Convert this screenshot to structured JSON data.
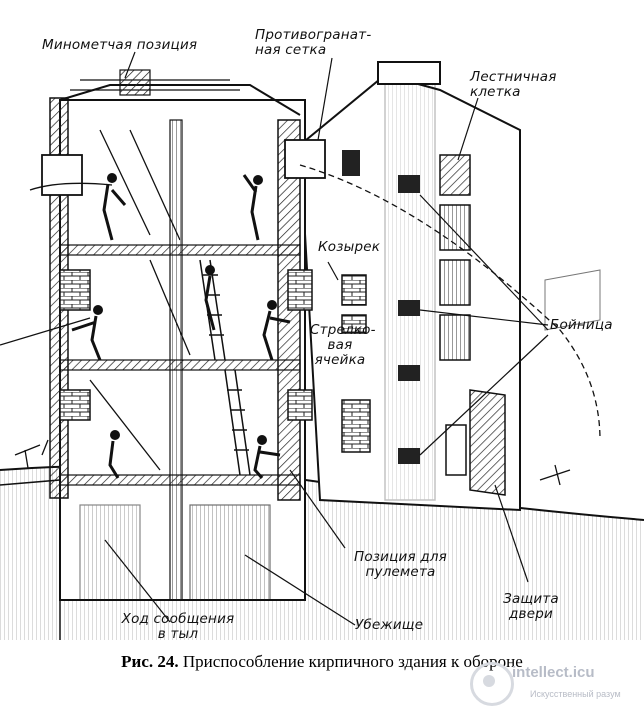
{
  "figure": {
    "caption_bold": "Рис. 24.",
    "caption_text": "Приспособление кирпичного здания к обороне"
  },
  "labels": {
    "mortar": "Минометчая позиция",
    "antigrenade": "Противогранат-\nная сетка",
    "stairwell": "Лестничная\nклетка",
    "canopy": "Козырек",
    "rifle_cell": "Стрелко-\nвая\nячейка",
    "loophole": "Бойница",
    "mg_position": "Позиция для\nпулемета",
    "door_protection": "Защита\nдвери",
    "comm_passage": "Ход сообщения\nв тыл",
    "shelter": "Убежище"
  },
  "watermark": {
    "main": "intellect.icu",
    "sub": "Искусственный разум"
  }
}
